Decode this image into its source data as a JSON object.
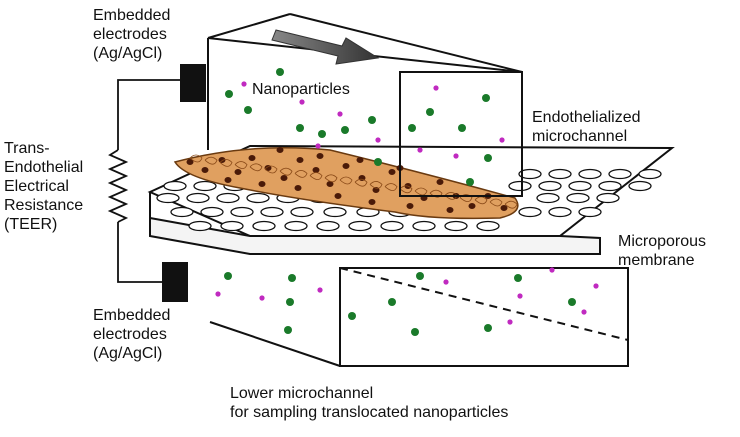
{
  "labels": {
    "top_electrodes": [
      "Embedded",
      "electrodes",
      "(Ag/AgCl)"
    ],
    "nanoparticles": "Nanoparticles",
    "endothelialized": [
      "Endothelialized",
      "microchannel"
    ],
    "teer": [
      "Trans-",
      "Endothelial",
      "Electrical",
      "Resistance",
      "(TEER)"
    ],
    "membrane": [
      "Microporous",
      "membrane"
    ],
    "bottom_electrodes": [
      "Embedded",
      "electrodes",
      "(Ag/AgCl)"
    ],
    "lower_channel": [
      "Lower microchannel",
      "for sampling translocated nanoparticles"
    ]
  },
  "colors": {
    "outline": "#111111",
    "particle_green": "#1a7a2a",
    "particle_magenta": "#c02ac0",
    "cell_fill": "#e0a060",
    "cell_nucleus": "#4a1a08",
    "electrode": "#111111",
    "arrow": "#555555"
  }
}
